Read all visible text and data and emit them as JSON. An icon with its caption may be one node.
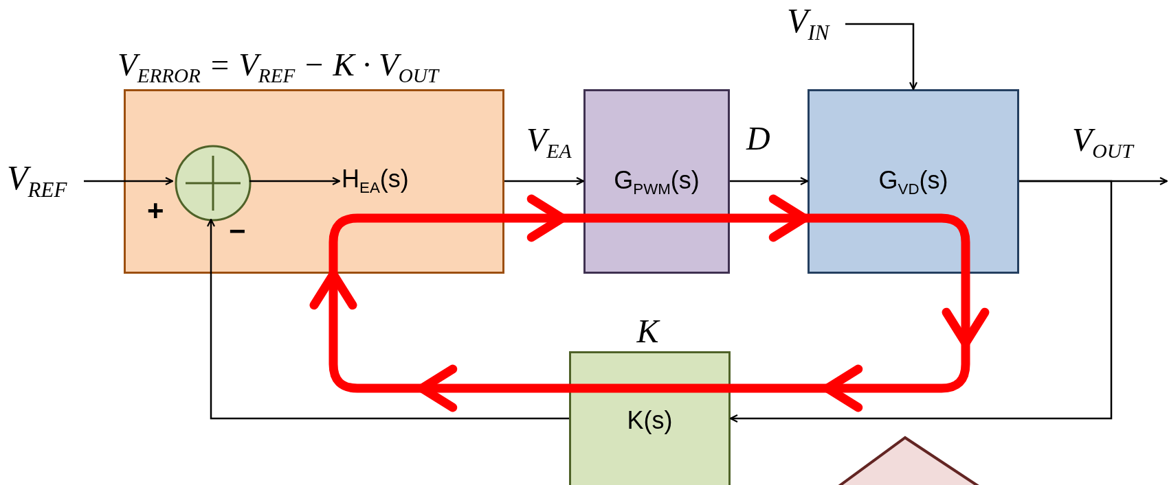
{
  "diagram": {
    "nodes": [
      {
        "text": [
          "V$_{ERROR}$ = V$_{REF}$ − K · V$_{OUT}$"
        ]
      },
      {
        "text": [
          "V$_{REF}$"
        ]
      },
      {
        "text": [],
        "shape": "circle",
        "in": 0
      },
      {
        "text": [
          "H$_{EA}$(s)"
        ],
        "in": 0
      },
      {
        "text": [
          "G$_{PWM}$(s)"
        ]
      },
      {
        "text": [
          "V$_{IN}$"
        ]
      },
      {
        "text": [
          "G$_{VD}$(s)"
        ]
      },
      {
        "text": [
          "K",
          "K(s)"
        ]
      },
      {
        "text": [],
        "shape": "triangle"
      }
    ],
    "edges": [
      {
        "from": 1,
        "to": 2,
        "arrow": "to"
      },
      {
        "from": 2,
        "to": 3,
        "arrow": "to"
      },
      {
        "from": 0,
        "to": 4,
        "arrow": "to",
        "label": "V$_{EA}$"
      },
      {
        "from": 4,
        "to": 6,
        "arrow": "to",
        "label": "D"
      },
      {
        "from": 5,
        "to": 6,
        "arrow": "to"
      },
      {
        "from": 6,
        "to": null,
        "arrow": "to",
        "label": "V$_{OUT}$"
      },
      {
        "from": 6,
        "to": 7,
        "arrow": "to"
      },
      {
        "from": 7,
        "to": 2,
        "arrow": "to"
      }
    ],
    "labels": [
      "+",
      "−"
    ]
  }
}
